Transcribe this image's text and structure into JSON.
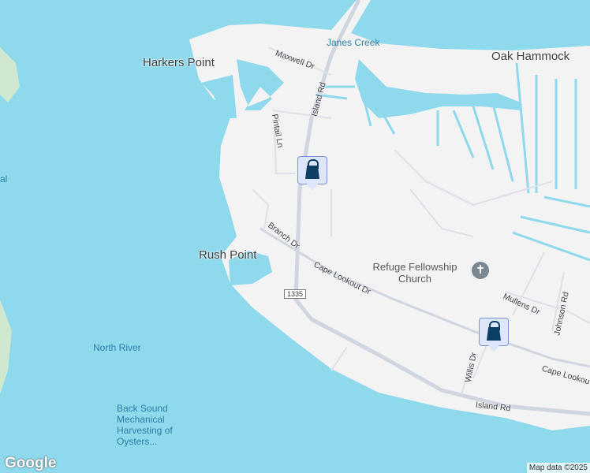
{
  "map": {
    "colors": {
      "water": "#8fd9ec",
      "land": "#f4f3f4",
      "road": "#d0d6df",
      "marker_fill": "#dde6fb",
      "marker_icon": "#0d3e63"
    },
    "places": {
      "harkers_point": "Harkers Point",
      "oak_hammock": "Oak Hammock",
      "rush_point": "Rush Point",
      "partial_left": "al"
    },
    "water_labels": {
      "janes_creek": "Janes Creek",
      "north_river": "North River",
      "back_sound": "Back Sound Mechanical Harvesting of Oysters..."
    },
    "roads": {
      "maxwell": "Maxwell Dr",
      "island_rd_north": "Island Rd",
      "pintail": "Pintail Ln",
      "branch": "Branch Dr",
      "cape_lookout": "Cape Lookout Dr",
      "cape_lookout_east": "Cape Lookou",
      "mullens": "Mullens Dr",
      "johnson": "Johnson Rd",
      "willis": "Willis Dr",
      "island_rd_south": "Island Rd",
      "route_shield": "1335"
    },
    "poi": {
      "church": "Refuge Fellowship Church",
      "church_icon": "cross-icon"
    },
    "markers": [
      {
        "icon": "shopping-bag-icon"
      },
      {
        "icon": "shopping-bag-icon"
      }
    ],
    "logo": "Google",
    "attribution": "Map data ©2025"
  }
}
